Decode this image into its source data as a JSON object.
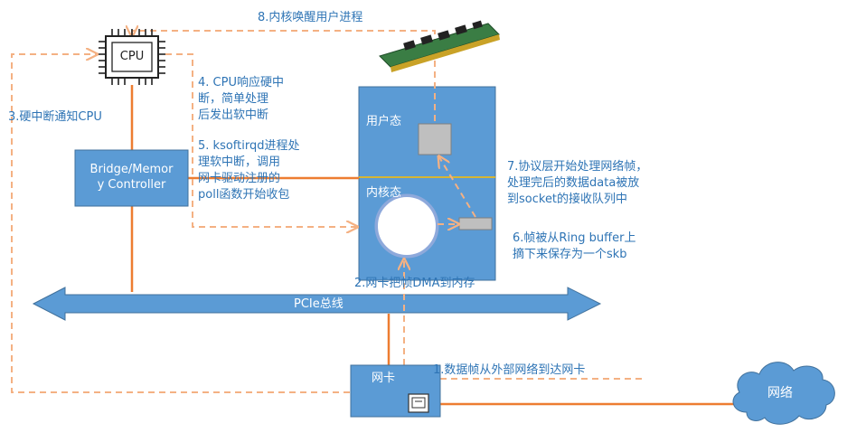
{
  "nodes": {
    "cpu": "CPU",
    "bridge": "Bridge/Memor\ny Controller",
    "user_space": "用户态",
    "kernel_space": "内核态",
    "nic": "网卡",
    "network": "网络",
    "pcie_bus": "PCIe总线"
  },
  "steps": {
    "s1": "1.数据帧从外部网络到达网卡",
    "s2": "2.网卡把帧DMA到内存",
    "s3": "3.硬中断通知CPU",
    "s4": [
      "4. CPU响应硬中",
      "断，简单处理",
      "后发出软中断"
    ],
    "s5": [
      "5. ksoftirqd进程处",
      "理软中断，调用",
      "网卡驱动注册的",
      "poll函数开始收包"
    ],
    "s6": [
      "6.帧被从Ring buffer上",
      "摘下来保存为一个skb"
    ],
    "s7": [
      "7.协议层开始处理网络帧，",
      "处理完后的数据data被放",
      "到socket的接收队列中"
    ],
    "s8": "8.内核唤醒用户进程"
  },
  "colors": {
    "box_fill": "#5b9bd5",
    "box_stroke": "#41719c",
    "orange": "#ed7d31",
    "dash_orange": "#f4b183",
    "label_blue": "#2e74b5",
    "divider": "#ffc000",
    "gray_box": "#bfbfbf"
  },
  "icons": [
    "cpu-chip-icon",
    "memory-stick-icon",
    "ethernet-port-icon",
    "cloud-icon",
    "ring-buffer-icon"
  ]
}
